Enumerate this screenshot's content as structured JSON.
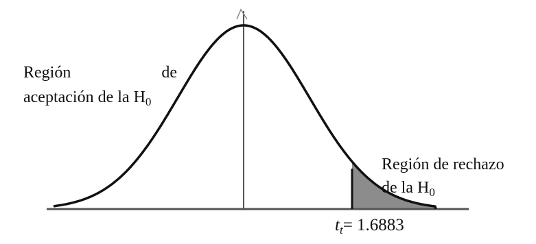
{
  "diagram": {
    "type": "normal distribution curve with right-tail rejection region",
    "colors": {
      "curve": "#111111",
      "axis": "#555555",
      "rejection_fill": "#8c8c8c",
      "text": "#111111"
    },
    "acceptance": {
      "word1": "Región",
      "word2": "de",
      "line2_text": "aceptación de la H",
      "subscript": "0"
    },
    "rejection": {
      "line1": "Región de rechazo",
      "line2_text": "de la H",
      "subscript": "0"
    },
    "critical_value": {
      "symbol": "t",
      "subscript": "t",
      "equals_text": "= 1.6883"
    }
  }
}
